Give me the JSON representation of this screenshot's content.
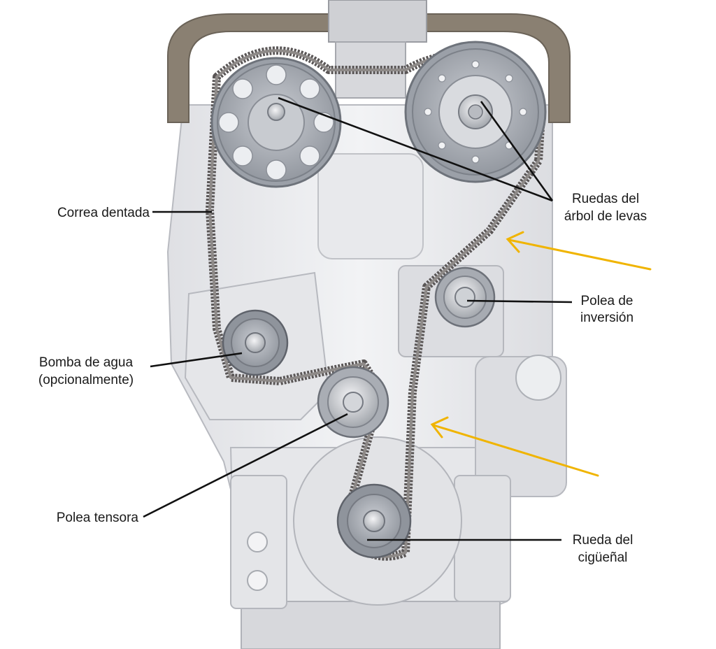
{
  "labels": {
    "toothed_belt": "Correa dentada",
    "camshaft_wheels_line1": "Ruedas del",
    "camshaft_wheels_line2": "árbol de levas",
    "idler_pulley_line1": "Polea de",
    "idler_pulley_line2": "inversión",
    "water_pump_line1": "Bomba de agua",
    "water_pump_line2": "(opcionalmente)",
    "tensioner_pulley": "Polea tensora",
    "crankshaft_wheel_line1": "Rueda del",
    "crankshaft_wheel_line2": "cigüeñal"
  },
  "colors": {
    "arrow": "#f0b400",
    "belt": "#5a5656",
    "engine_body": "#e9eaed",
    "cover": "#8a8072",
    "gear": "#a9aeb6"
  },
  "icons": {
    "direction_arrows": "arrow-icon"
  }
}
